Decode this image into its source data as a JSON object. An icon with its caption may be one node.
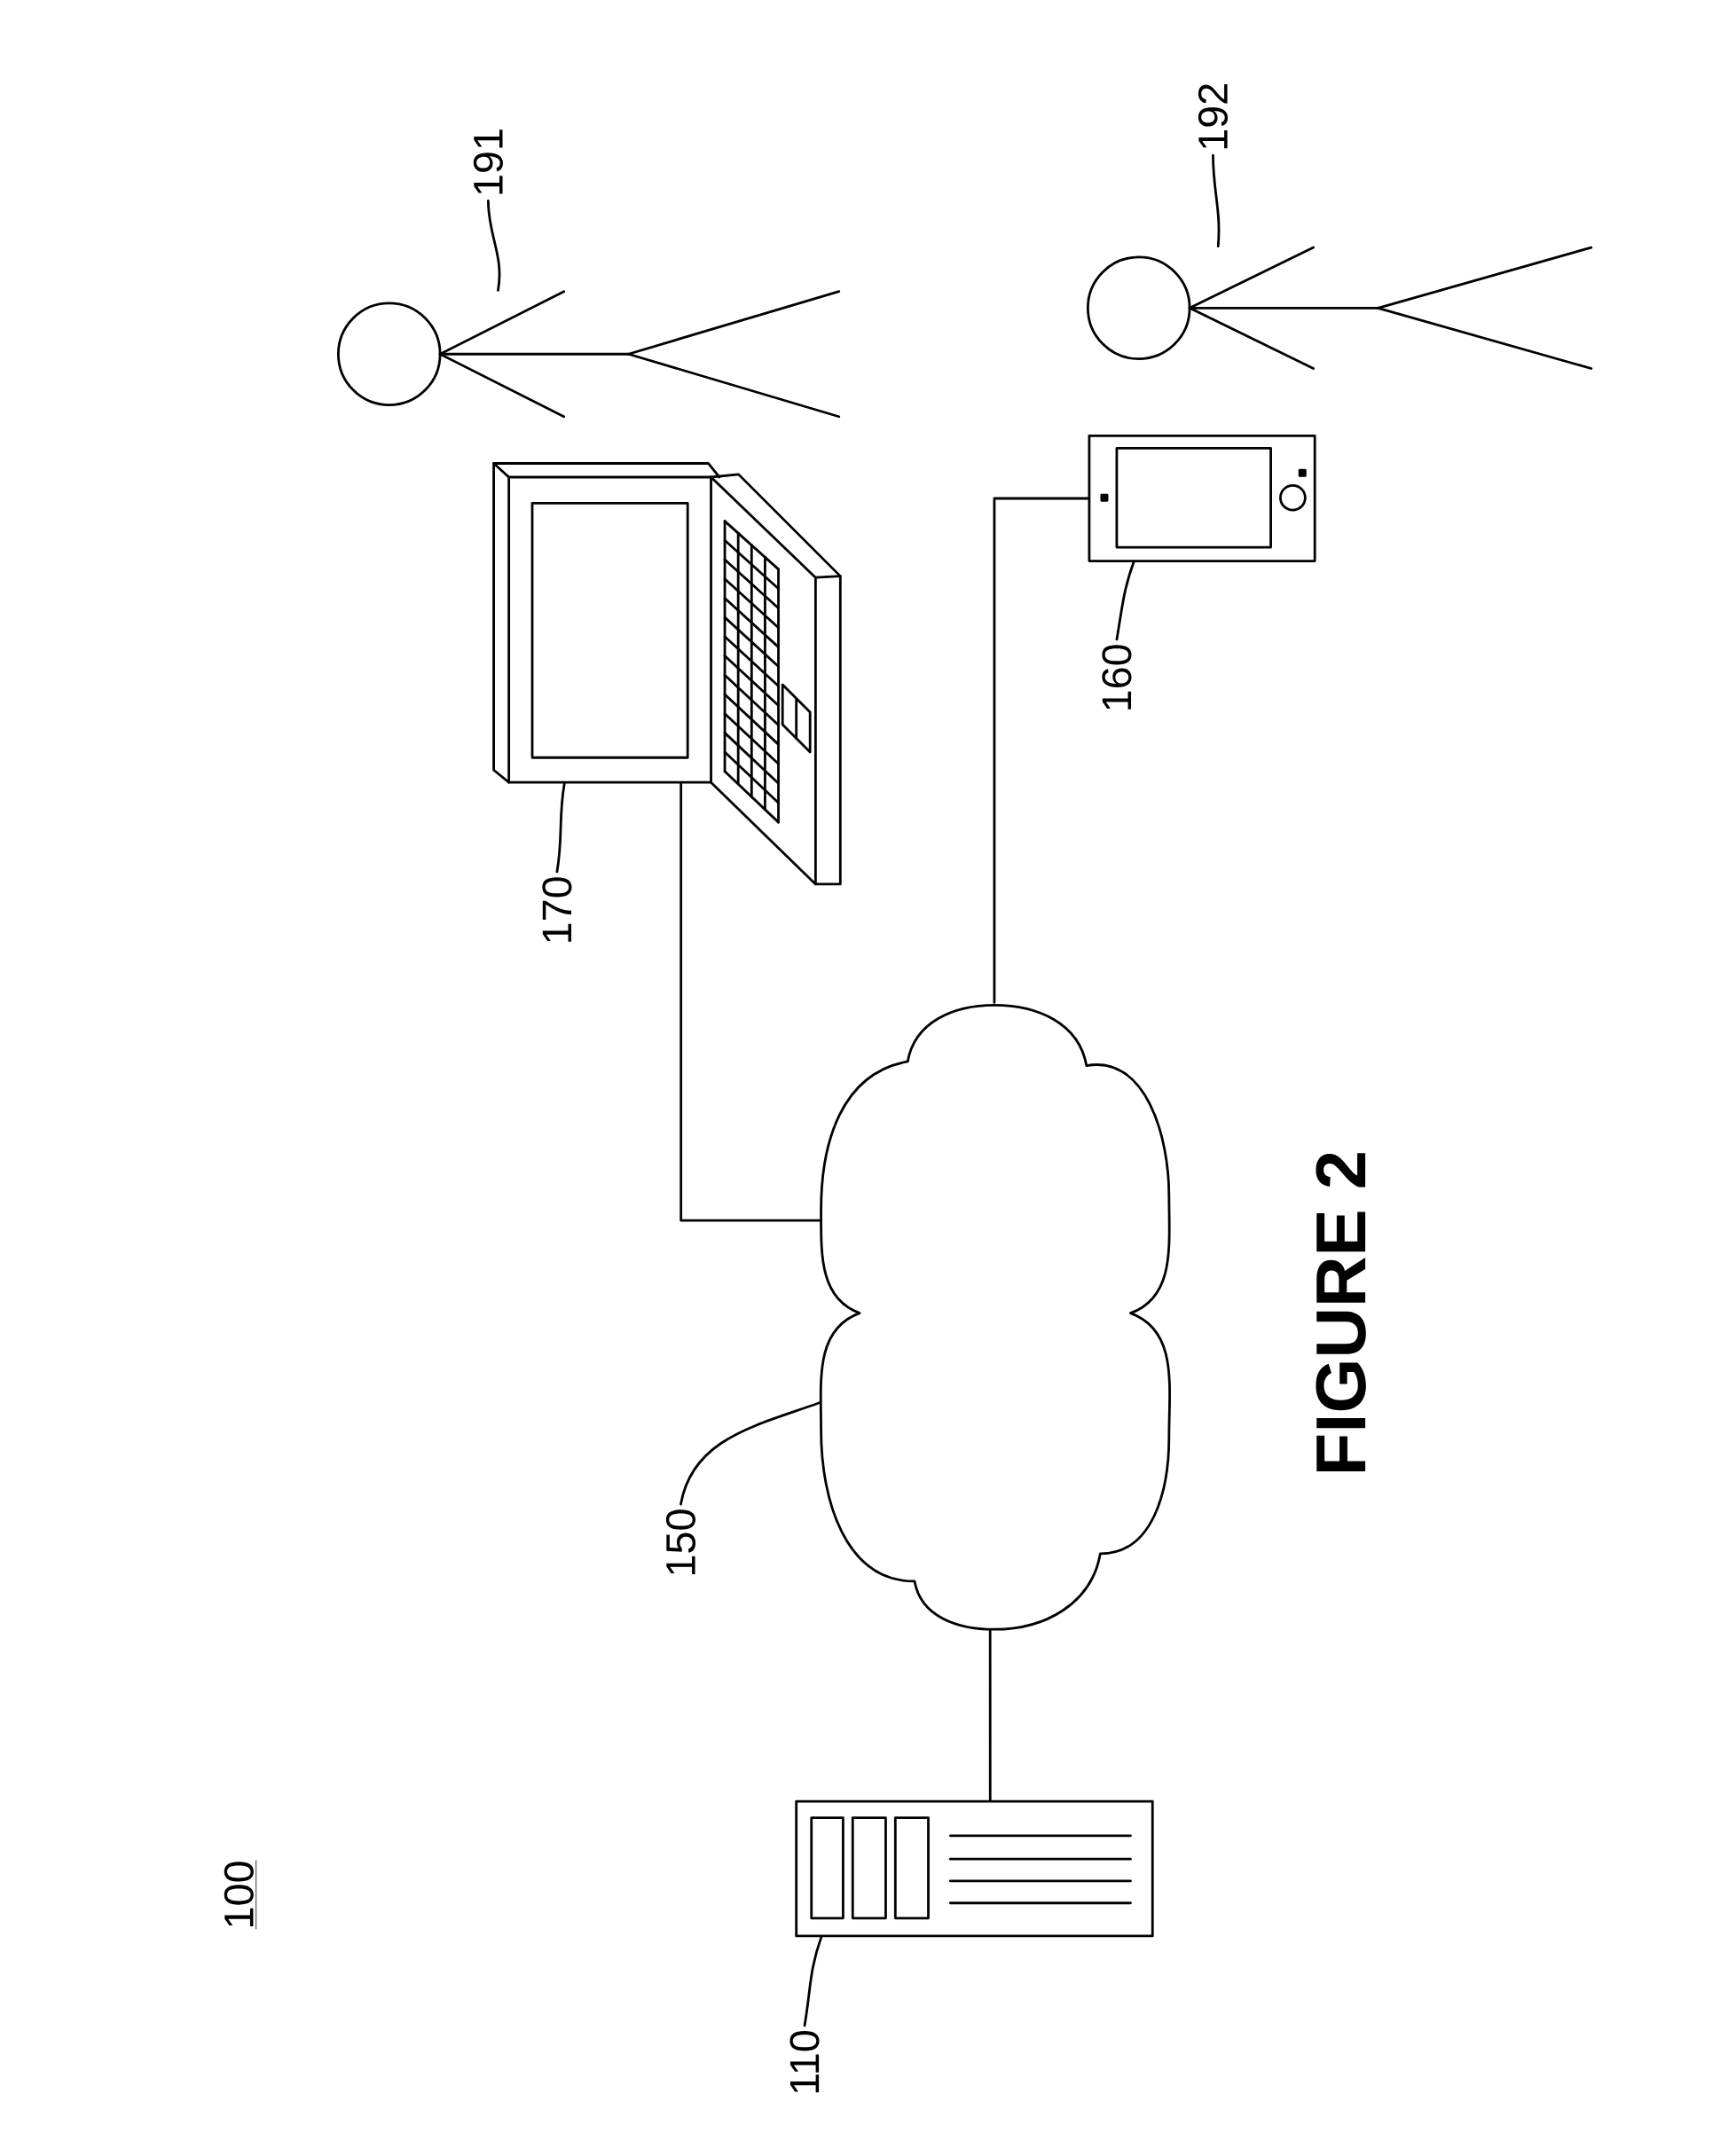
{
  "diagram": {
    "caption": "FIGURE 2",
    "nodes": [
      {
        "text": [],
        "shape": "person"
      },
      {
        "text": [
          "191"
        ]
      },
      {
        "text": [],
        "shape": "laptop"
      },
      {
        "text": [
          "170"
        ]
      },
      {
        "text": [],
        "shape": "phone"
      },
      {
        "text": [
          "160"
        ]
      },
      {
        "text": [],
        "shape": "person"
      },
      {
        "text": [
          "192"
        ]
      },
      {
        "text": [],
        "shape": "cloud"
      },
      {
        "text": [
          "150"
        ]
      },
      {
        "text": [],
        "shape": "server"
      },
      {
        "text": [
          "110"
        ]
      }
    ],
    "edges": [
      {
        "from": 10,
        "to": 8,
        "arrow": "none"
      },
      {
        "from": 2,
        "to": 8,
        "arrow": "none"
      },
      {
        "from": 4,
        "to": 8,
        "arrow": "none"
      },
      {
        "from": 1,
        "to": 0,
        "arrow": "none"
      },
      {
        "from": 3,
        "to": 2,
        "arrow": "none"
      },
      {
        "from": 5,
        "to": 4,
        "arrow": "none"
      },
      {
        "from": 7,
        "to": 6,
        "arrow": "none"
      },
      {
        "from": 9,
        "to": 8,
        "arrow": "none"
      },
      {
        "from": 11,
        "to": 10,
        "arrow": "none"
      }
    ],
    "labels": [
      "100"
    ]
  }
}
